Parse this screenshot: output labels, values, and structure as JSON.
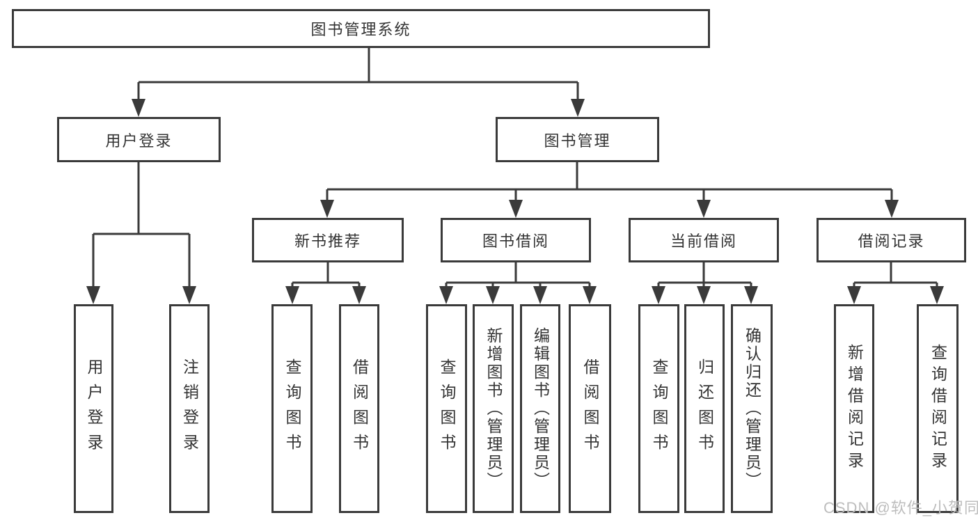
{
  "diagram": {
    "root": {
      "label": "图书管理系统"
    },
    "branches": [
      {
        "label": "用户登录",
        "children": [
          {
            "label": "用户登录"
          },
          {
            "label": "注销登录"
          }
        ]
      },
      {
        "label": "图书管理",
        "children": [
          {
            "label": "新书推荐",
            "children": [
              {
                "label": "查询图书"
              },
              {
                "label": "借阅图书"
              }
            ]
          },
          {
            "label": "图书借阅",
            "children": [
              {
                "label": "查询图书"
              },
              {
                "label": "新增图书（管理员）"
              },
              {
                "label": "编辑图书（管理员）"
              },
              {
                "label": "借阅图书"
              }
            ]
          },
          {
            "label": "当前借阅",
            "children": [
              {
                "label": "查询图书"
              },
              {
                "label": "归还图书"
              },
              {
                "label": "确认归还（管理员）"
              }
            ]
          },
          {
            "label": "借阅记录",
            "children": [
              {
                "label": "新增借阅记录"
              },
              {
                "label": "查询借阅记录"
              }
            ]
          }
        ]
      }
    ]
  },
  "watermark": {
    "text": "CSDN @软件_小贺同学"
  },
  "colors": {
    "line": "#3a3a3a",
    "text": "#333333",
    "watermark": "#bdbdbd",
    "background": "#ffffff"
  }
}
